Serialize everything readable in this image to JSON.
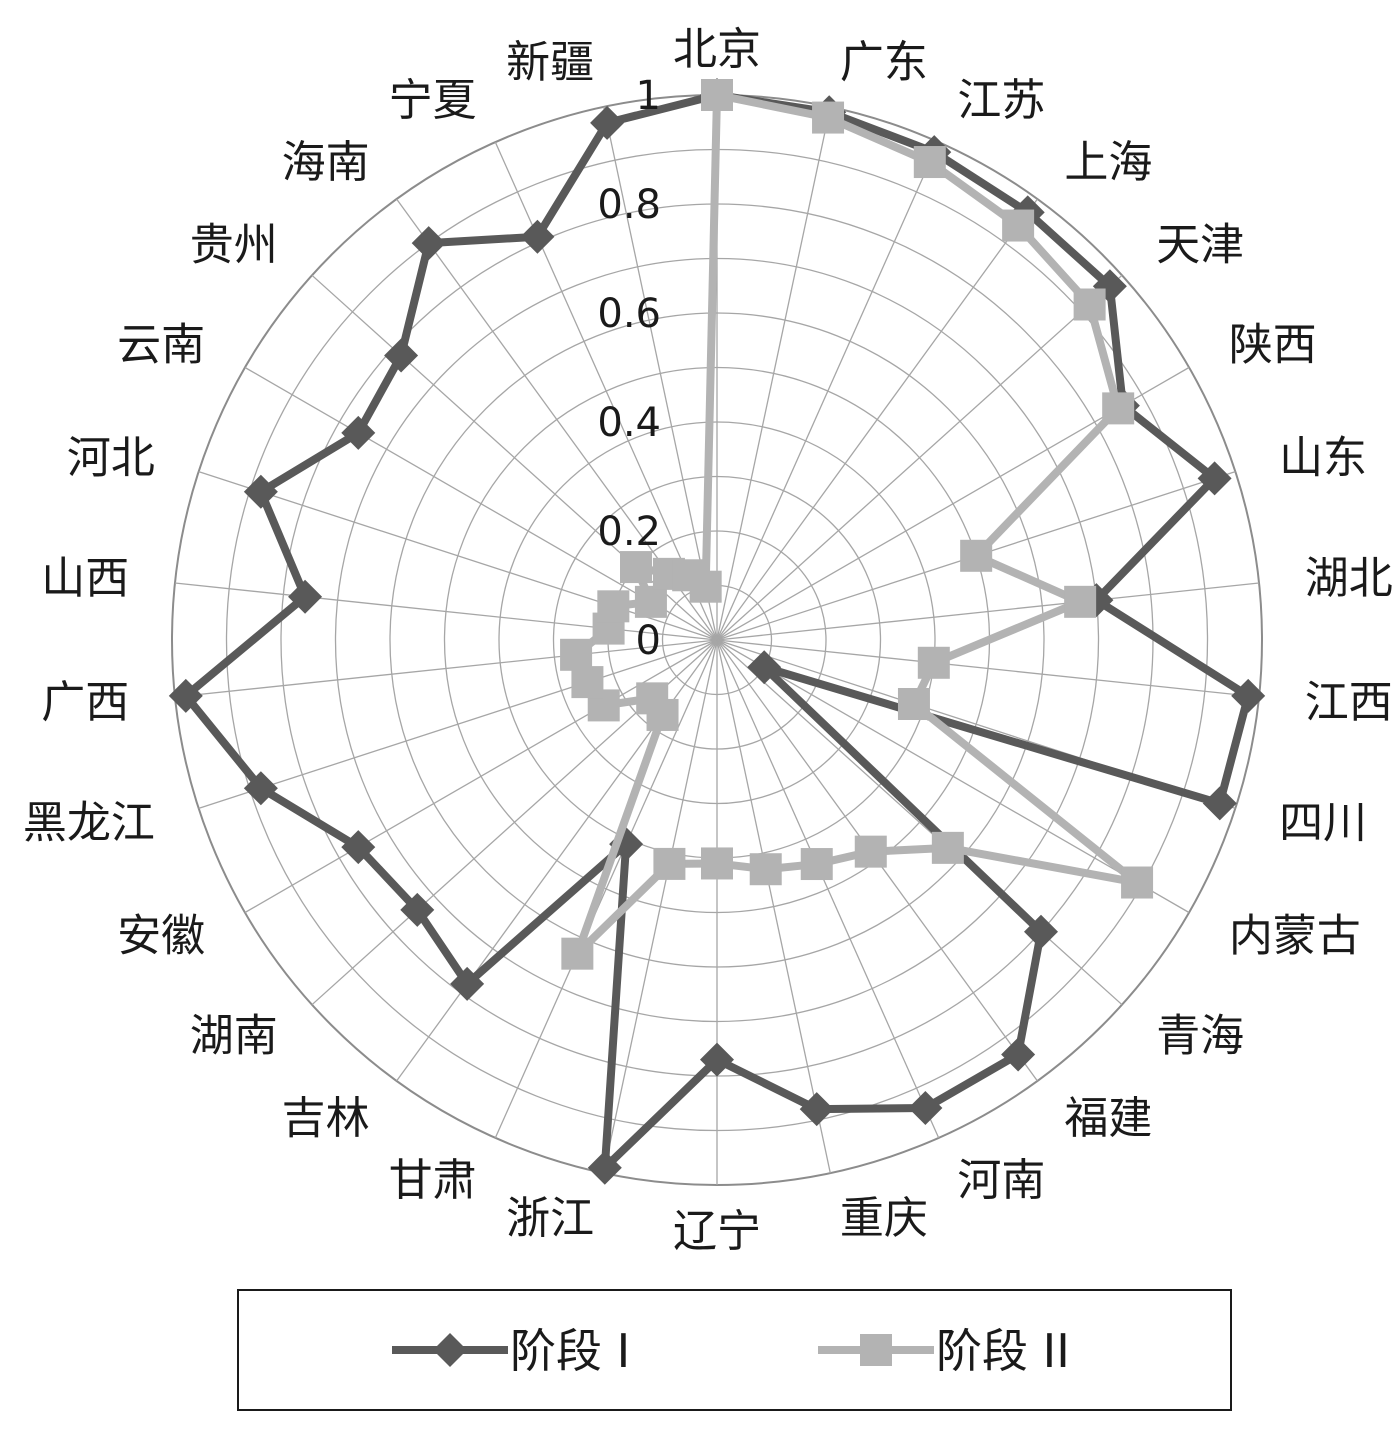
{
  "chart_data": {
    "type": "radar",
    "categories": [
      "北京",
      "广东",
      "江苏",
      "上海",
      "天津",
      "陕西",
      "山东",
      "湖北",
      "江西",
      "四川",
      "内蒙古",
      "青海",
      "福建",
      "河南",
      "重庆",
      "辽宁",
      "浙江",
      "甘肃",
      "吉林",
      "湖南",
      "安徽",
      "黑龙江",
      "广西",
      "山西",
      "河北",
      "云南",
      "贵州",
      "海南",
      "宁夏",
      "新疆"
    ],
    "radial_ticks": [
      "0",
      "0.2",
      "0.4",
      "0.6",
      "0.8",
      "1"
    ],
    "rlim": [
      0,
      1
    ],
    "grid": true,
    "legend_position": "bottom",
    "series": [
      {
        "name": "阶段 I",
        "color": "#595959",
        "marker": "diamond",
        "values": [
          1.0,
          0.99,
          0.98,
          0.97,
          0.97,
          0.86,
          0.96,
          0.7,
          0.98,
          0.97,
          0.1,
          0.8,
          0.94,
          0.94,
          0.88,
          0.77,
          0.99,
          0.41,
          0.78,
          0.74,
          0.76,
          0.88,
          0.98,
          0.76,
          0.88,
          0.76,
          0.78,
          0.9,
          0.81,
          0.97
        ]
      },
      {
        "name": "阶段 II",
        "color": "#b3b3b3",
        "marker": "square",
        "values": [
          1.0,
          0.98,
          0.96,
          0.94,
          0.92,
          0.85,
          0.5,
          0.67,
          0.4,
          0.38,
          0.89,
          0.57,
          0.48,
          0.45,
          0.43,
          0.41,
          0.42,
          0.63,
          0.17,
          0.16,
          0.24,
          0.25,
          0.26,
          0.2,
          0.2,
          0.14,
          0.2,
          0.15,
          0.13,
          0.1
        ]
      }
    ]
  }
}
